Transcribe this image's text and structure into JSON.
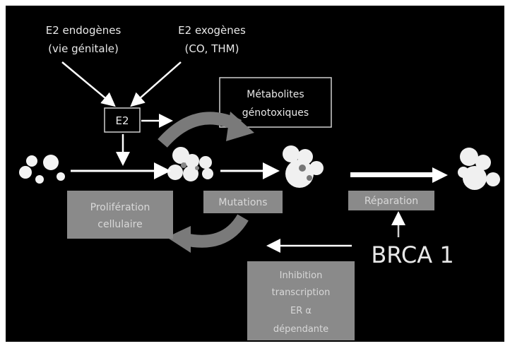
{
  "sources": {
    "endogenous_line1": "E2 endogènes",
    "endogenous_line2": "(vie génitale)",
    "exogenous_line1": "E2 exogènes",
    "exogenous_line2": "(CO, THM)"
  },
  "hormone_label": "E2",
  "metabolites": {
    "line1": "Métabolites",
    "line2": "génotoxiques"
  },
  "process_boxes": {
    "proliferation_line1": "Prolifération",
    "proliferation_line2": "cellulaire",
    "mutations": "Mutations",
    "reparation": "Réparation"
  },
  "brca_label": "BRCA 1",
  "inhibition": {
    "line1": "Inhibition",
    "line2": "transcription",
    "line3": "ER α",
    "line4": "dépendante"
  },
  "colors": {
    "background": "#000000",
    "gray_box": "#8a8a8a",
    "cycle_arrow": "#7a7a7a",
    "text_light": "#e8e8e8",
    "arrow": "#ffffff"
  }
}
